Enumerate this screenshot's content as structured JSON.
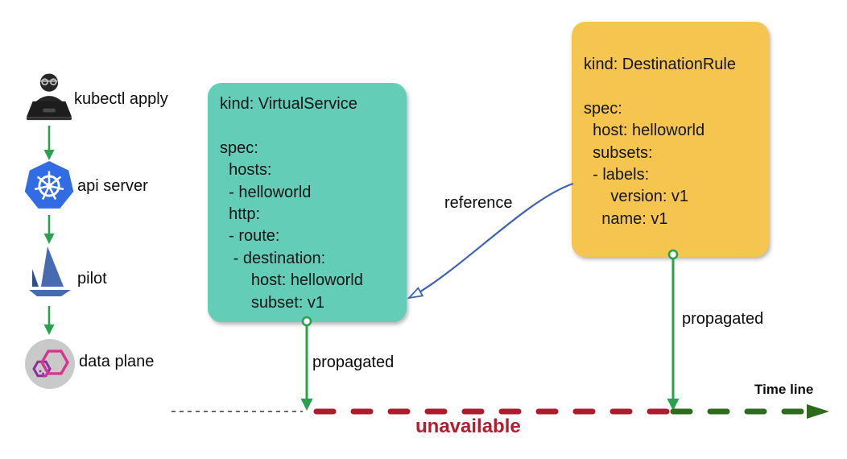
{
  "left_flow": {
    "items": [
      {
        "label": "kubectl apply",
        "icon": "kubectl-user-icon"
      },
      {
        "label": "api server",
        "icon": "kubernetes-icon"
      },
      {
        "label": "pilot",
        "icon": "istio-sail-icon"
      },
      {
        "label": "data plane",
        "icon": "envoy-icon"
      }
    ]
  },
  "virtualservice_box": {
    "lines": [
      "kind: VirtualService",
      "",
      "spec:",
      "  hosts:",
      "  - helloworld",
      "  http:",
      "  - route:",
      "   - destination:",
      "       host: helloworld",
      "       subset: v1"
    ]
  },
  "destinationrule_box": {
    "lines": [
      "kind: DestinationRule",
      "",
      "spec:",
      "  host: helloworld",
      "  subsets:",
      "  - labels:",
      "      version: v1",
      "    name: v1"
    ]
  },
  "annotations": {
    "reference": "reference",
    "propagated_vs": "propagated",
    "propagated_dr": "propagated",
    "unavailable": "unavailable",
    "timeline_label": "Time line"
  },
  "colors": {
    "virtualservice_box": "#63cdb8",
    "destinationrule_box": "#f5c54f",
    "propagate_arrow_green": "#2aa24c",
    "timeline_red": "#ad1c2c",
    "timeline_green": "#2e6b1e",
    "reference_blue": "#3e62ad",
    "kubernetes_blue": "#326ce5",
    "istio_blue": "#466bb0",
    "envoy_magenta": "#d6368f",
    "unavailable_text": "#b01e30"
  }
}
